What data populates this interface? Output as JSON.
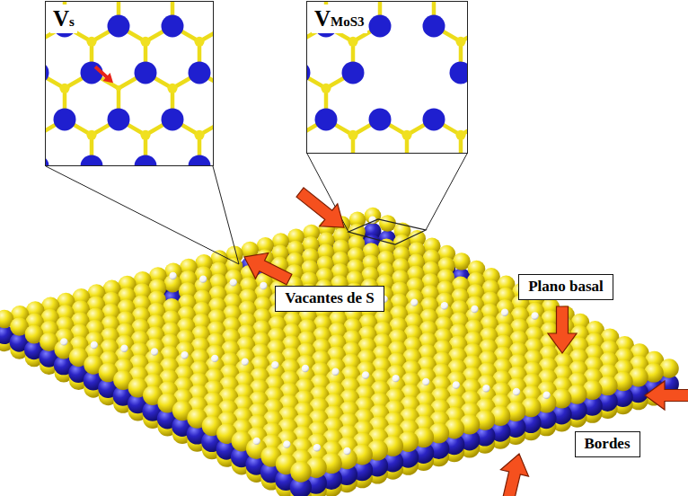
{
  "diagram": {
    "nodes": [
      {
        "text": [
          "Vs"
        ]
      },
      {
        "text": [
          "VMoS3"
        ]
      },
      {
        "text": [
          "Vacantes de S"
        ]
      },
      {
        "text": [
          "Plano basal"
        ]
      },
      {
        "text": [
          "Bordes"
        ]
      }
    ]
  }
}
